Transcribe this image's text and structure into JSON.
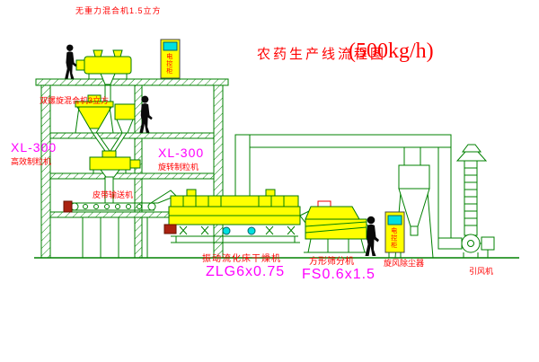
{
  "title": {
    "main": "农药生产线流程图",
    "capacity": "(500kg/h)"
  },
  "labels": {
    "top_mixer": "无重力混合机1.5立方",
    "double_mixer": "双螺旋混合机3立方",
    "granulator_left_model": "XL-300",
    "granulator_left_name": "高效制粒机",
    "granulator_center_model": "XL-300",
    "granulator_center_name": "旋转制粒机",
    "belt_conveyor": "皮带输送机",
    "dryer_name": "振动流化床干燥机",
    "dryer_model": "ZLG6x0.75",
    "sieve_name": "方形筛分机",
    "sieve_model": "FS0.6x1.5",
    "cyclone": "旋风除尘器",
    "fan": "引风机",
    "control_panel": "电控柜"
  },
  "colors": {
    "line_green": "#008000",
    "machine_yellow": "#ffff00",
    "screen_cyan": "#00e0e0",
    "label_red": "#ff0000",
    "label_magenta": "#ff00ff",
    "figure_black": "#0a0a0a"
  }
}
